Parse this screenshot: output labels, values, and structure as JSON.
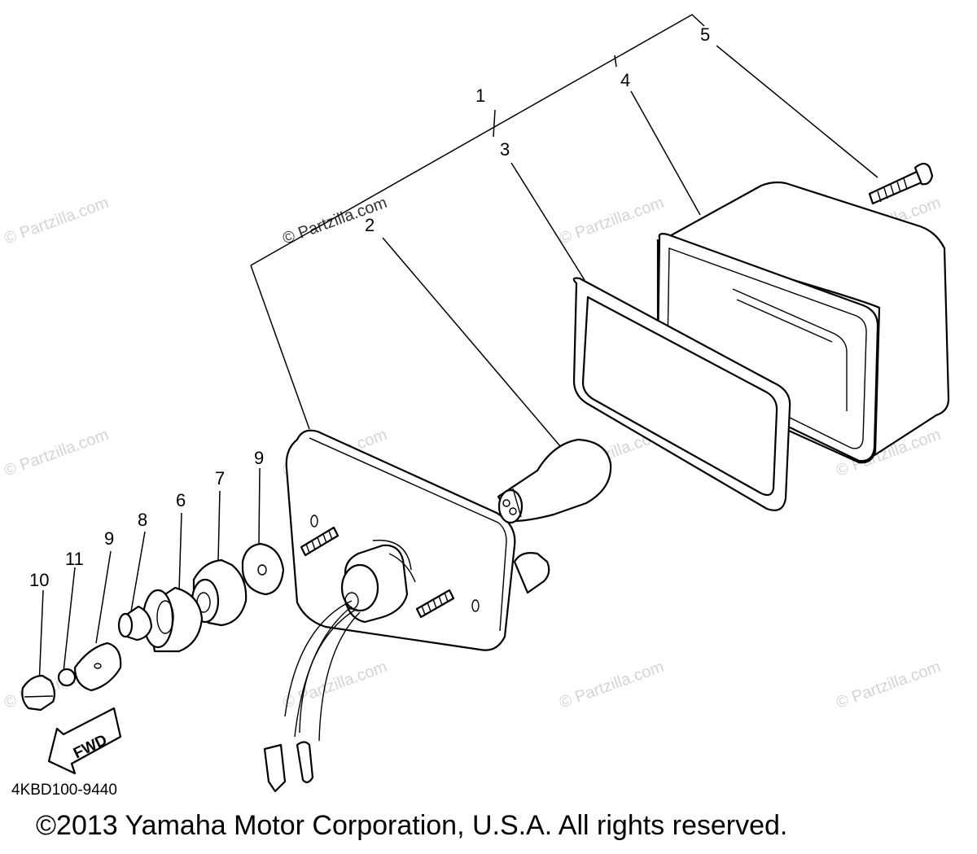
{
  "callouts": {
    "c1": "1",
    "c2": "2",
    "c3": "3",
    "c4": "4",
    "c5": "5",
    "c6": "6",
    "c7": "7",
    "c8": "8",
    "c9a": "9",
    "c9b": "9",
    "c10": "10",
    "c11": "11"
  },
  "fwd_label": "FWD",
  "watermark": "© Partzilla.com",
  "diagram_code": "4KBD100-9440",
  "copyright": "©2013 Yamaha Motor Corporation, U.S.A. All rights reserved."
}
